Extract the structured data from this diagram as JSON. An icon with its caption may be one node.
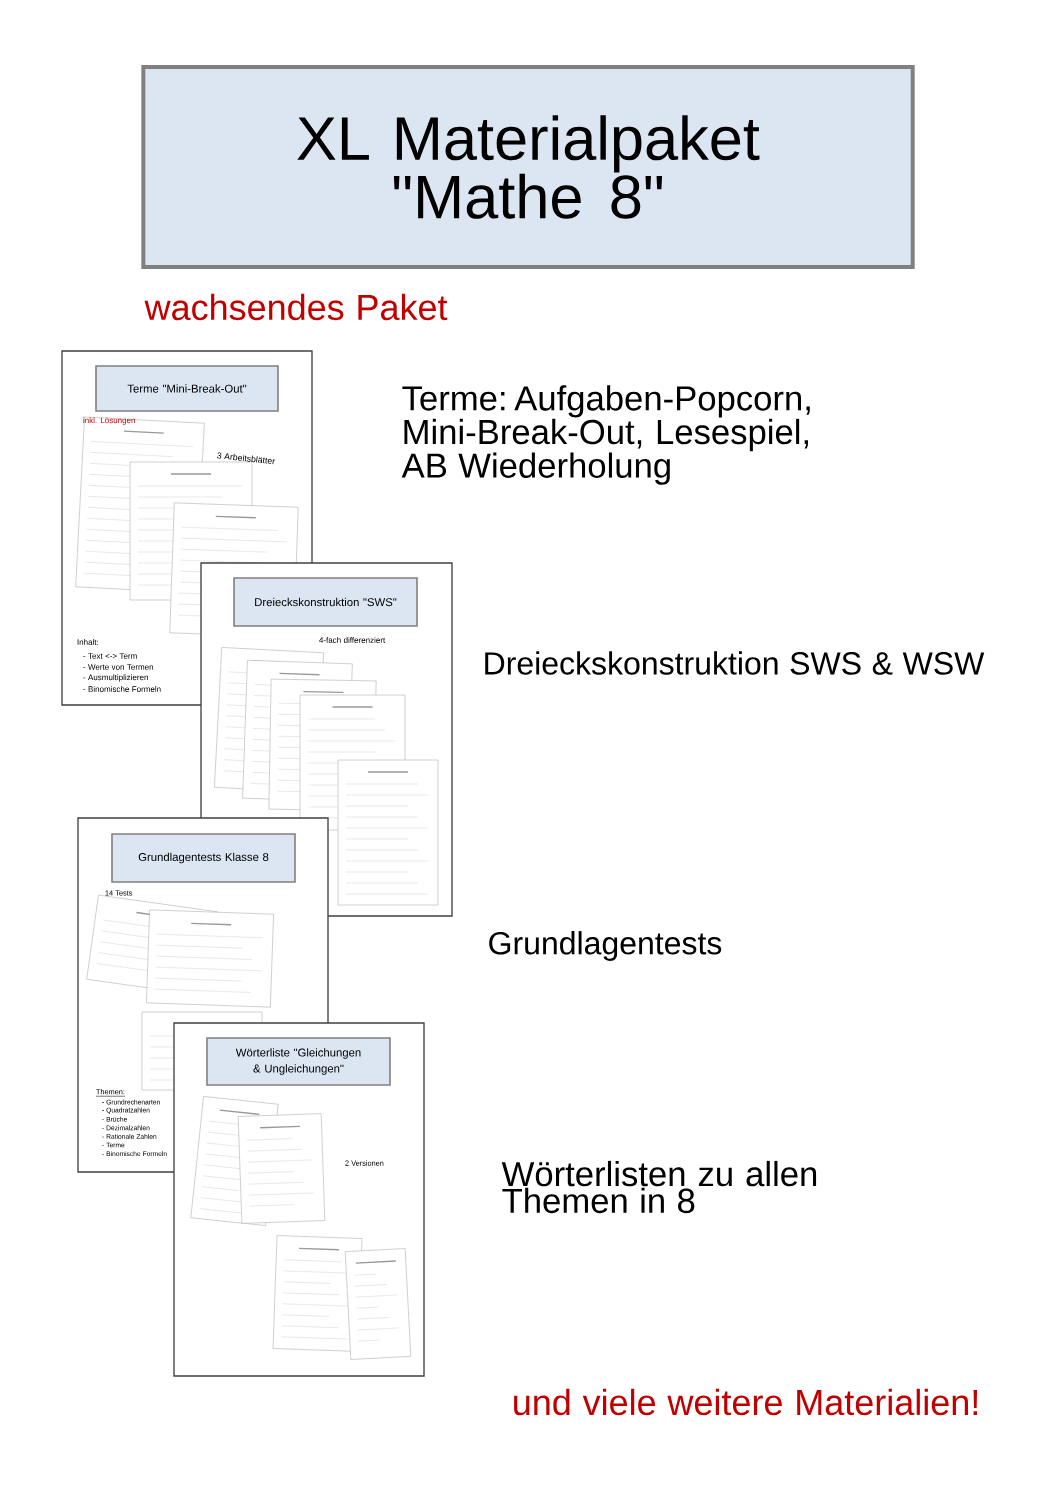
{
  "diagram": {
    "title": "XL Materialpaket \"Mathe 8\"",
    "nodes": [
      {
        "text": [
          "inkl. Lösungen",
          "3 Arbeitsblätter",
          "Inhalt:",
          "- Text <-> Term",
          "- Werte von Termen",
          "- Ausmultiplizieren",
          "- Binomische Formeln"
        ]
      },
      {
        "text": [
          "Terme \"Mini-Break-Out\""
        ],
        "in": 0
      },
      {
        "text": [
          "4-fach differenziert"
        ]
      },
      {
        "text": [
          "Dreieckskonstruktion \"SWS\""
        ],
        "in": 2
      },
      {
        "text": [
          "14 Tests",
          "Themen:",
          "- Grundrechenarten",
          "- Quadratzahlen",
          "- Brüche",
          "- Dezimalzahlen",
          "- Rationale Zahlen",
          "- Terme",
          "- Binomische Formeln"
        ]
      },
      {
        "text": [
          "Grundlagentests Klasse 8"
        ],
        "in": 4
      },
      {
        "text": [
          "2 Versionen"
        ]
      },
      {
        "text": [
          "Wörterliste \"Gleichungen & Ungleichungen\""
        ],
        "in": 6
      }
    ],
    "edges": [],
    "labels": [
      "wachsendes Paket",
      "Terme: Aufgaben-Popcorn, Mini-Break-Out, Lesespiel, AB Wiederholung",
      "Dreieckskonstruktion SWS & WSW",
      "Grundlagentests",
      "Wörterlisten zu allen Themen in 8",
      "und viele weitere Materialien!"
    ]
  }
}
